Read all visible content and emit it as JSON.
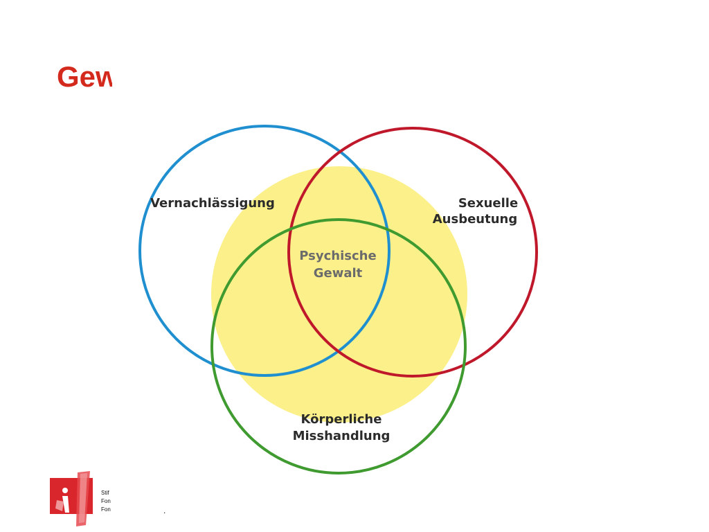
{
  "slide": {
    "title": "Gew"
  },
  "diagram": {
    "center_label_line1": "Psychische",
    "center_label_line2": "Gewalt",
    "neglect_label": "Vernachlässigung",
    "sexual_label_line1": "Sexuelle",
    "sexual_label_line2": "Ausbeutung",
    "physical_label_line1": "Körperliche",
    "physical_label_line2": "Misshandlung"
  },
  "colors": {
    "title": "#d42a1e",
    "center_fill": "#fbf08a",
    "neglect_circle": "#1f8fd0",
    "sexual_circle": "#c0182b",
    "physical_circle": "#3f9a2f",
    "center_text": "#6b6b6b",
    "label_text": "#2b2b2b",
    "logo_red": "#d9262c"
  },
  "footer": {
    "line1": "Stif",
    "line2": "Fon",
    "line3": "Fon",
    "dot": "."
  }
}
